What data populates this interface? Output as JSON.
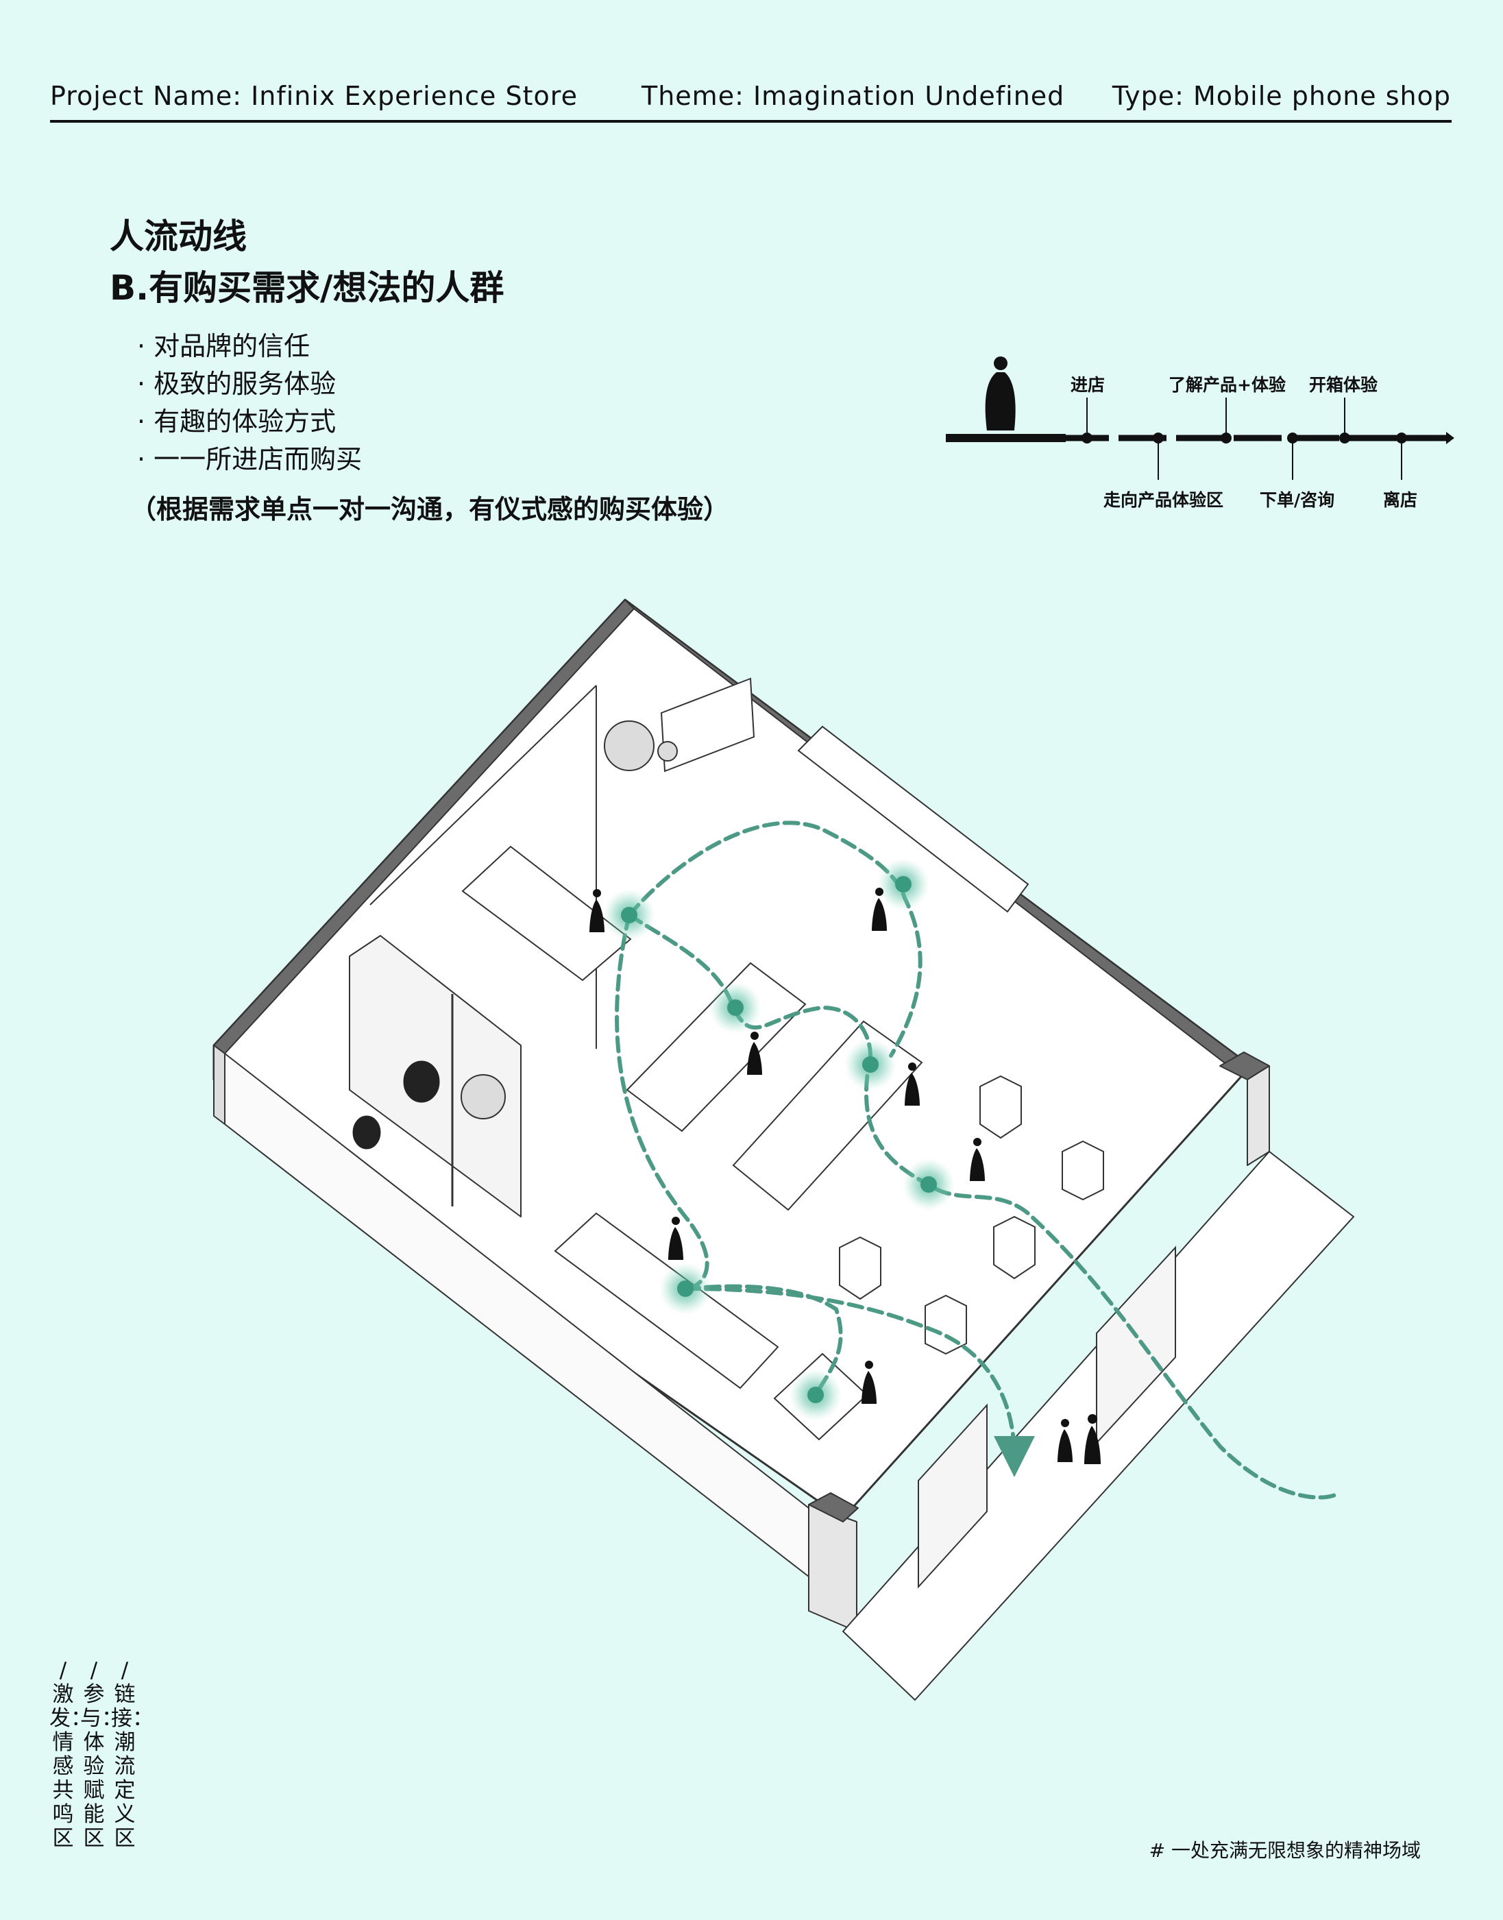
{
  "header": {
    "project": "Project Name: Infinix Experience Store",
    "theme": "Theme: Imagination Undefined",
    "type": "Type: Mobile phone shop"
  },
  "title": {
    "line1": "人流动线",
    "line2": "B.有购买需求/想法的人群"
  },
  "bullets": [
    "· 对品牌的信任",
    "· 极致的服务体验",
    "· 有趣的体验方式",
    "· 一一所进店而购买"
  ],
  "note": "（根据需求单点一对一沟通，有仪式感的购买体验）",
  "timeline": {
    "top_labels": [
      "进店",
      "了解产品+体验",
      "开箱体验"
    ],
    "bottom_labels": [
      "走向产品体验区",
      "下单/咨询",
      "离店"
    ]
  },
  "side_labels": [
    "/激发：情感共鸣区",
    "/参与：体验赋能区",
    "/链接：潮流定义区"
  ],
  "footer_tag": "# 一处充满无限想象的精神场域",
  "colors": {
    "background": "#e2faf6",
    "accent": "#4c9a85",
    "ink": "#111111"
  }
}
